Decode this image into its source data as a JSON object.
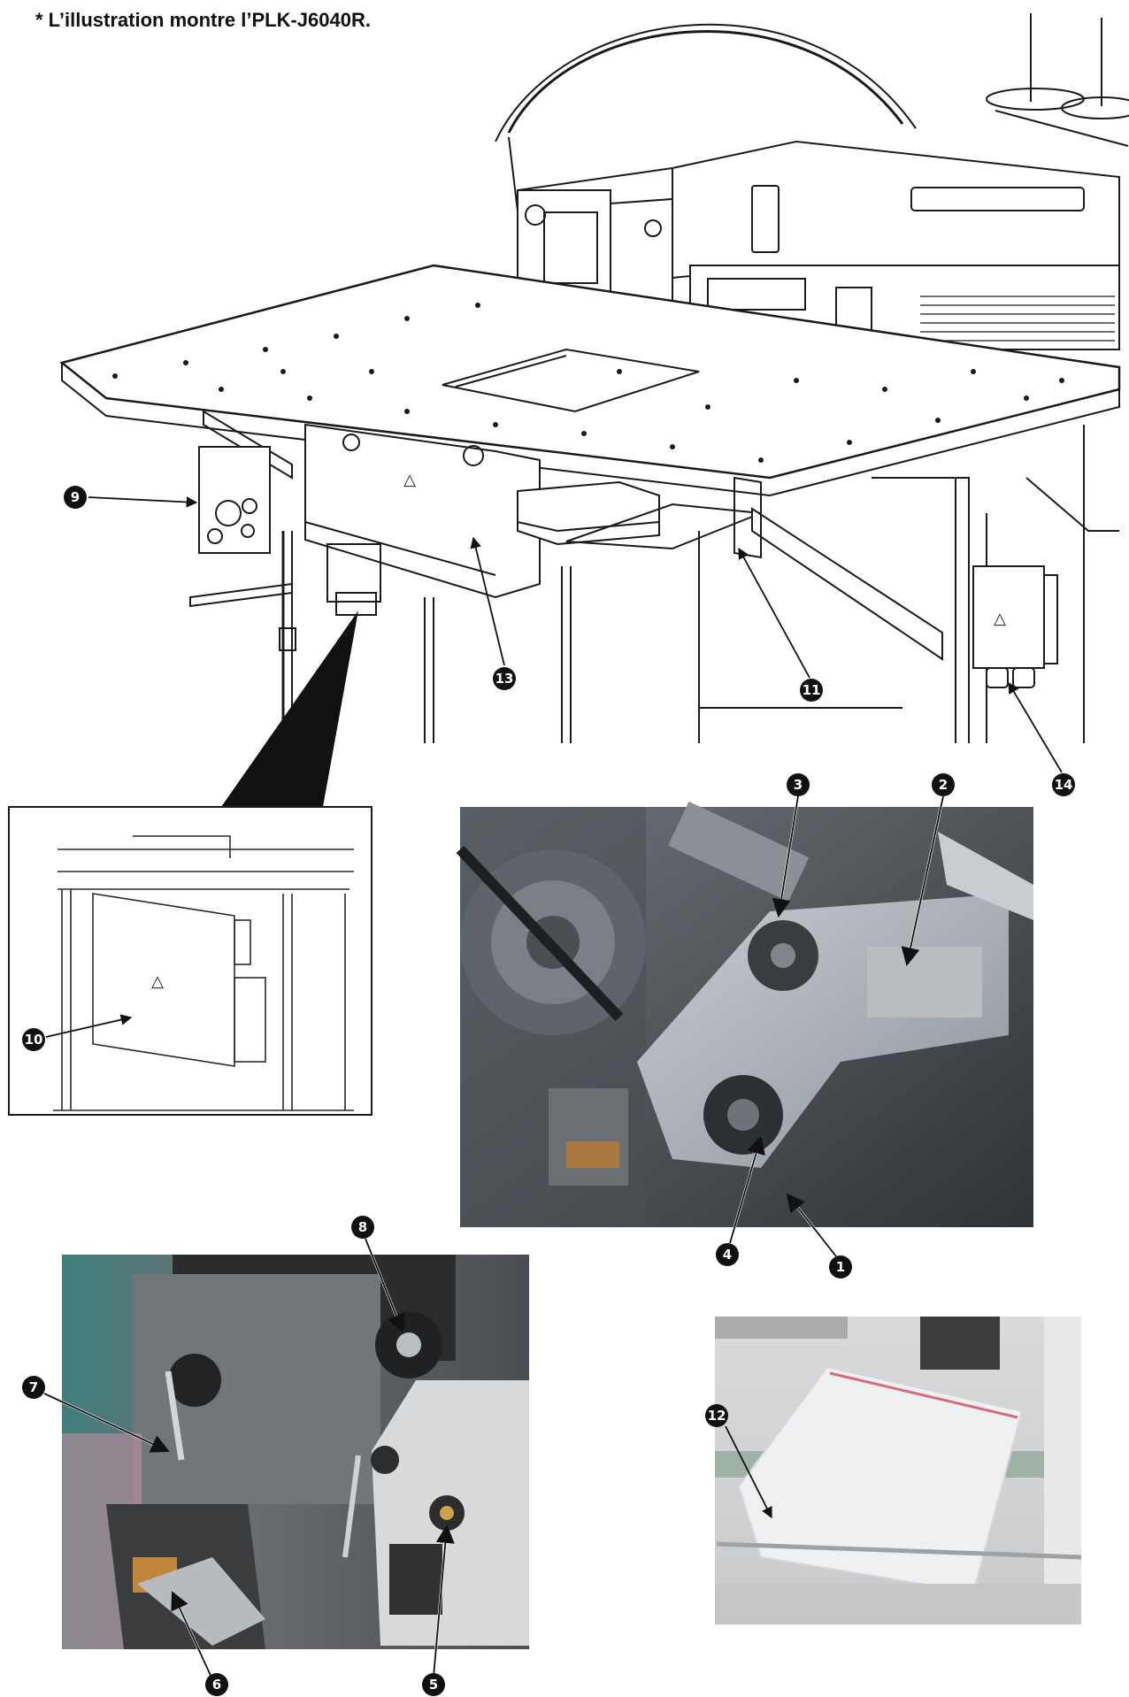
{
  "note": "* L’illustration montre l’PLK-J6040R.",
  "warning_symbol": "△",
  "callouts": [
    {
      "id": "c1",
      "label": "1"
    },
    {
      "id": "c2",
      "label": "2"
    },
    {
      "id": "c3",
      "label": "3"
    },
    {
      "id": "c4",
      "label": "4"
    },
    {
      "id": "c5",
      "label": "5"
    },
    {
      "id": "c6",
      "label": "6"
    },
    {
      "id": "c7",
      "label": "7"
    },
    {
      "id": "c8",
      "label": "8"
    },
    {
      "id": "c9",
      "label": "9"
    },
    {
      "id": "c10",
      "label": "10"
    },
    {
      "id": "c11",
      "label": "11"
    },
    {
      "id": "c12",
      "label": "12"
    },
    {
      "id": "c13",
      "label": "13"
    },
    {
      "id": "c14",
      "label": "14"
    }
  ],
  "colors": {
    "line": "#1a1a1a",
    "photo_dark": "#3a3d40",
    "photo_metal": "#9aa0a6",
    "photo_teal": "#3f7f7c",
    "bag": "#eef0f2"
  }
}
